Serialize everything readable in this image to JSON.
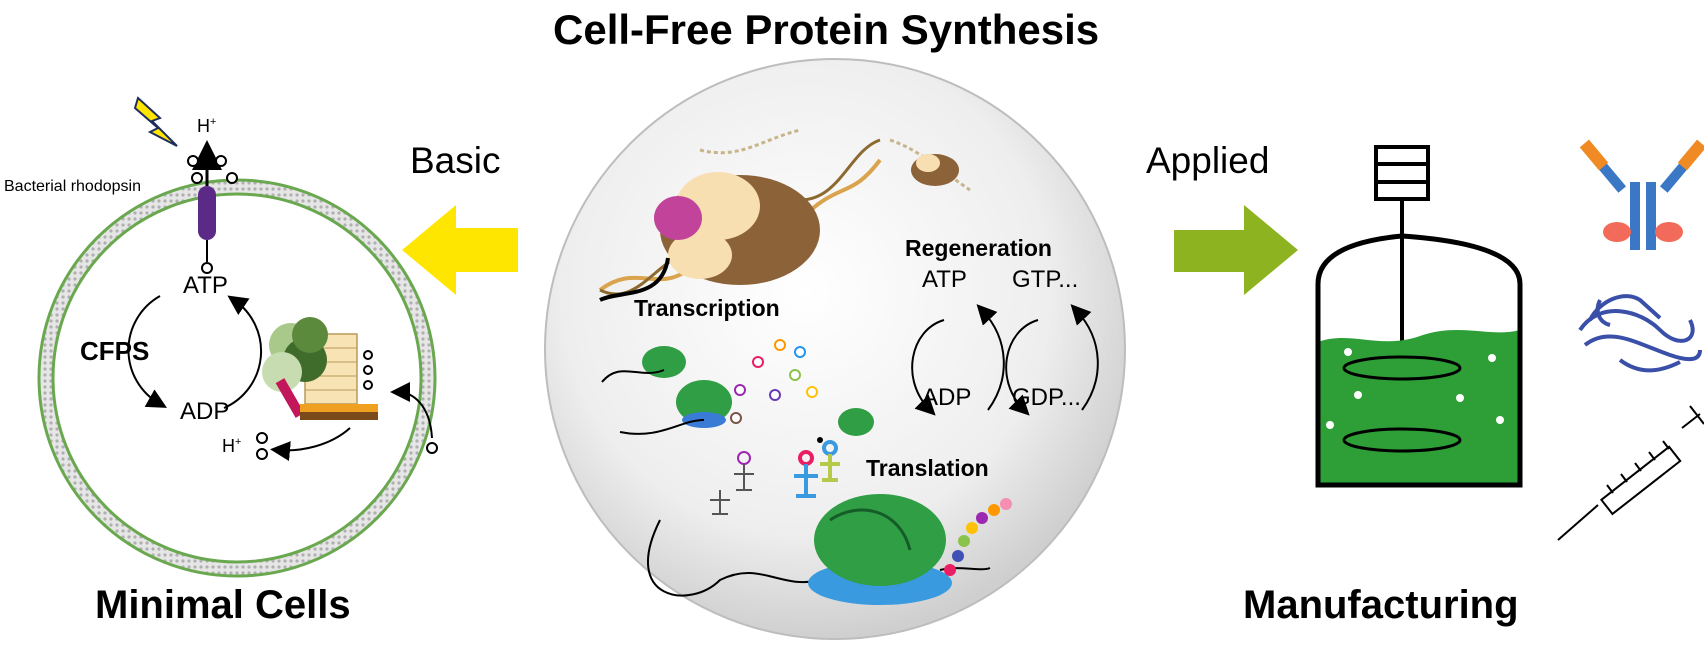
{
  "title": "Cell-Free Protein Synthesis",
  "left": {
    "heading": "Minimal Cells",
    "arrow_label": "Basic",
    "arrow_color": "#ffe600",
    "rhodopsin_label": "Bacterial rhodopsin",
    "proton_top": "H",
    "proton_bottom": "H",
    "proton_superscript": "+",
    "atp": "ATP",
    "adp": "ADP",
    "center_label": "CFPS"
  },
  "center": {
    "transcription": "Transcription",
    "translation": "Translation",
    "regeneration": "Regeneration",
    "atp": "ATP",
    "gtp": "GTP...",
    "adp": "ADP",
    "gdp": "GDP..."
  },
  "right": {
    "heading": "Manufacturing",
    "arrow_label": "Applied",
    "arrow_color": "#8db321",
    "liquid_color": "#2e9e36"
  }
}
